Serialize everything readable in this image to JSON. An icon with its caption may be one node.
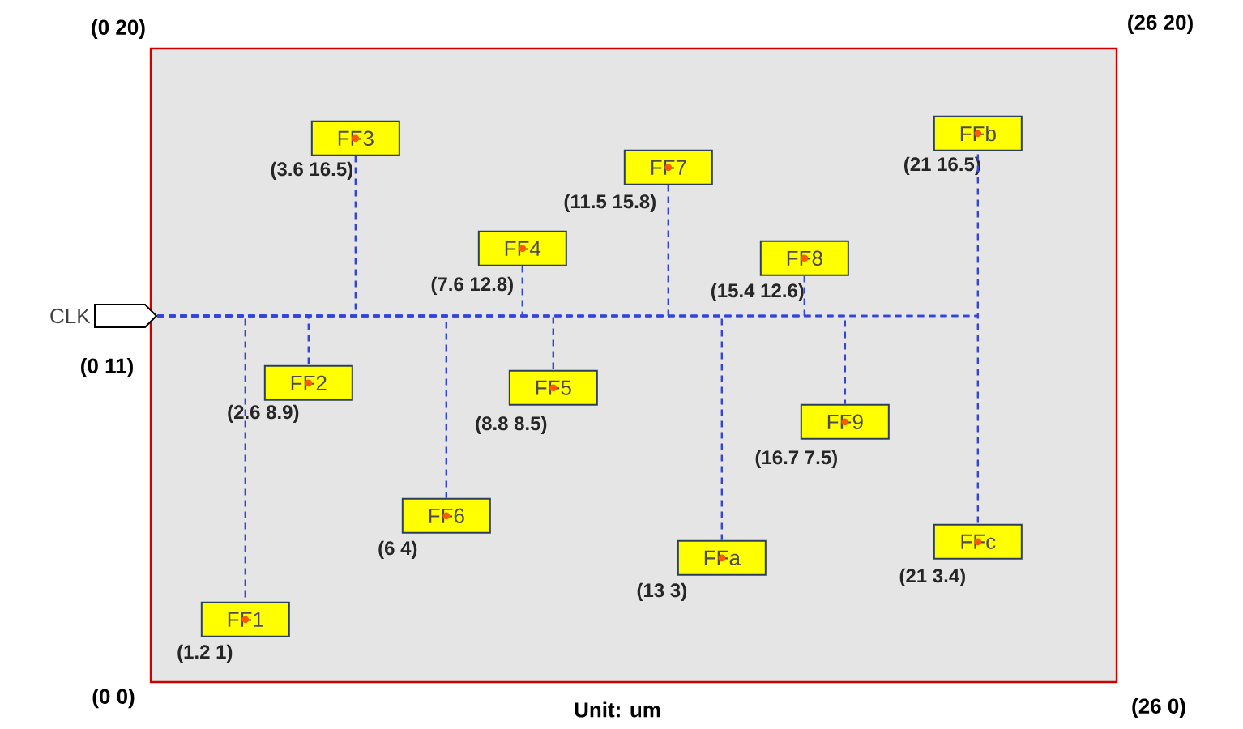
{
  "diagram": {
    "nodes": [
      {
        "text": [],
        "shape": "box"
      },
      {
        "text": [
          "CLK"
        ]
      },
      {
        "text": [
          "FF3"
        ],
        "beside": [
          "(3.6 16.5)"
        ],
        "in": 0
      },
      {
        "text": [
          "FFb"
        ],
        "beside": [
          "(21 16.5)"
        ],
        "in": 0
      },
      {
        "text": [
          "FF7"
        ],
        "beside": [
          "(11.5 15.8)"
        ],
        "in": 0
      },
      {
        "text": [
          "FF4"
        ],
        "beside": [
          "(7.6 12.8)"
        ],
        "in": 0
      },
      {
        "text": [
          "FF8"
        ],
        "beside": [
          "(15.4 12.6)"
        ],
        "in": 0
      },
      {
        "text": [
          "FF2"
        ],
        "beside": [
          "(2.6 8.9)"
        ],
        "in": 0
      },
      {
        "text": [
          "FF5"
        ],
        "beside": [
          "(8.8 8.5)"
        ],
        "in": 0
      },
      {
        "text": [
          "FF9"
        ],
        "beside": [
          "(16.7 7.5)"
        ],
        "in": 0
      },
      {
        "text": [
          "FF6"
        ],
        "beside": [
          "(6 4)"
        ],
        "in": 0
      },
      {
        "text": [
          "FFc"
        ],
        "beside": [
          "(21 3.4)"
        ],
        "in": 0
      },
      {
        "text": [
          "FFa"
        ],
        "beside": [
          "(13 3)"
        ],
        "in": 0
      },
      {
        "text": [
          "FF1"
        ],
        "beside": [
          "(1.2 1)"
        ],
        "in": 0
      }
    ],
    "edges": [
      {
        "from": 1,
        "to": 13,
        "arrow": "none",
        "style": "dashed"
      },
      {
        "from": 1,
        "to": 7,
        "arrow": "none",
        "style": "dashed"
      },
      {
        "from": 1,
        "to": 2,
        "arrow": "none",
        "style": "dashed"
      },
      {
        "from": 1,
        "to": 10,
        "arrow": "none",
        "style": "dashed"
      },
      {
        "from": 1,
        "to": 5,
        "arrow": "none",
        "style": "dashed"
      },
      {
        "from": 1,
        "to": 8,
        "arrow": "none",
        "style": "dashed"
      },
      {
        "from": 1,
        "to": 4,
        "arrow": "none",
        "style": "dashed"
      },
      {
        "from": 1,
        "to": 12,
        "arrow": "none",
        "style": "dashed"
      },
      {
        "from": 1,
        "to": 6,
        "arrow": "none",
        "style": "dashed"
      },
      {
        "from": 1,
        "to": 9,
        "arrow": "none",
        "style": "dashed"
      },
      {
        "from": 1,
        "to": 3,
        "arrow": "none",
        "style": "dashed"
      },
      {
        "from": 1,
        "to": 11,
        "arrow": "none",
        "style": "dashed"
      }
    ],
    "labels": [
      "(0 20)",
      "(26 20)",
      "(0 11)",
      "(0 0)",
      "(26 0)",
      "Unit: um"
    ]
  }
}
